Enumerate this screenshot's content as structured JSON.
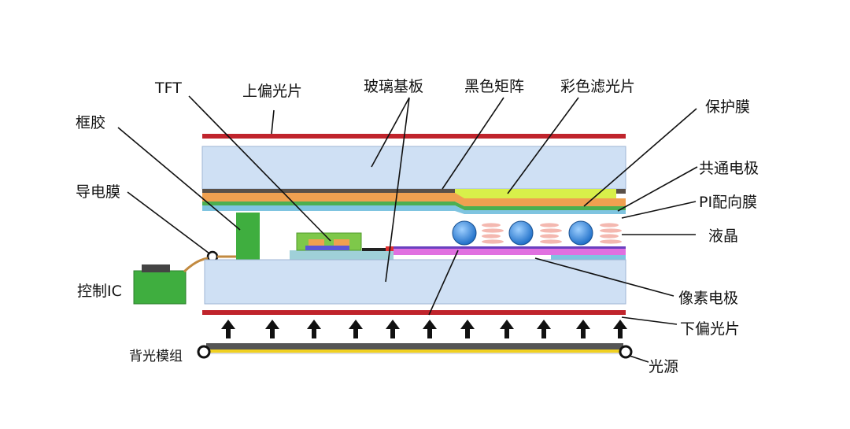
{
  "labels": {
    "tft": "TFT",
    "upper_polarizer": "上偏光片",
    "glass_substrate": "玻璃基板",
    "black_matrix": "黑色矩阵",
    "color_filter": "彩色滤光片",
    "protective_film": "保护膜",
    "sealant": "框胶",
    "common_electrode": "共通电极",
    "conductive_film": "导电膜",
    "pi_alignment": "PI配向膜",
    "liquid_crystal": "液晶",
    "control_ic": "控制IC",
    "pixel_electrode": "像素电极",
    "lower_polarizer": "下偏光片",
    "backlight_module": "背光模组",
    "light_source": "光源"
  },
  "colors": {
    "polarizer": "#c0242c",
    "glass": "#cfe0f4",
    "black_matrix": "#5a5048",
    "orange_layer": "#f0a050",
    "green_layer": "#4caf50",
    "color_filter": "#d8f04a",
    "pixel_electrode": "#e070e0",
    "lc_bubble": "#2f7fd6",
    "sealant": "#3fae3f",
    "backlight_bar": "#555555",
    "backlight_stripe": "#f0d020"
  }
}
